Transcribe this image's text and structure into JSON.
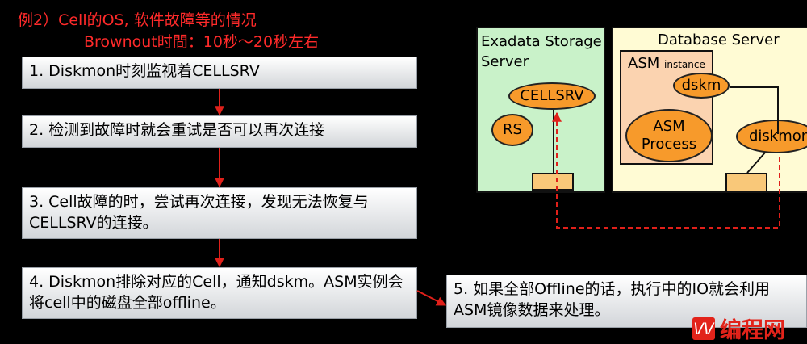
{
  "heading": {
    "line1": "例2）Cell的OS, 软件故障等的情况",
    "line2": "Brownout时間：10秒～20秒左右"
  },
  "steps": [
    "1. Diskmon时刻监视着CELLSRV",
    "2. 检测到故障时就会重试是否可以再次连接",
    "3. Cell故障的时，尝试再次连接，发现无法恢复与CELLSRV的连接。",
    "4. Diskmon排除对应的Cell，通知dskm。ASM实例会将cell中的磁盘全部offline。",
    "5. 如果全部Offline的话，执行中的IO就会利用ASM镜像数据来处理。"
  ],
  "storage": {
    "title": "Exadata Storage Server",
    "cellsrv": "CELLSRV",
    "rs": "RS"
  },
  "database": {
    "title": "Database Server",
    "asm_label": "ASM",
    "asm_sub": "instance",
    "dskm": "dskm",
    "asm_process": "ASM Process",
    "diskmon": "diskmon"
  },
  "colors": {
    "background": "#000000",
    "heading": "#ff2a2a",
    "arrow": "#e0201a",
    "storage_fill": "#c9f2c9",
    "database_fill": "#fffbd4",
    "asm_fill": "#fbd3b0",
    "process_fill": "#f79a2b"
  },
  "watermark": "编程网"
}
